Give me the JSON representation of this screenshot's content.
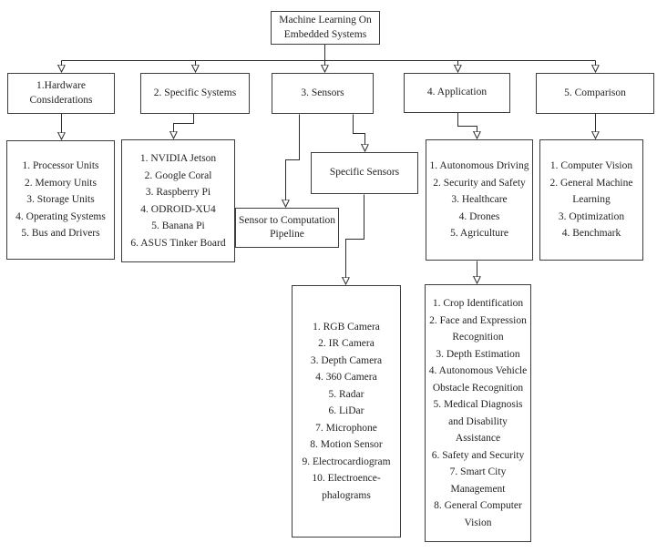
{
  "diagram_title": "Machine Learning On Embedded Systems",
  "colors": {
    "background": "#ffffff",
    "box_border": "#3d3d3d",
    "connector_line": "#2b2b2b",
    "text": "#1f1f1f"
  },
  "root": {
    "label": "Machine Learning On\nEmbedded Systems"
  },
  "branches": {
    "hardware": {
      "label": "1.Hardware\nConsiderations"
    },
    "systems": {
      "label": "2. Specific Systems"
    },
    "sensors": {
      "label": "3. Sensors"
    },
    "application": {
      "label": "4. Application"
    },
    "comparison": {
      "label": "5. Comparison"
    }
  },
  "sensor_nodes": {
    "specific_sensors": {
      "label": "Specific Sensors"
    },
    "pipeline": {
      "label": "Sensor to Computation\nPipeline"
    }
  },
  "lists": {
    "hardware": [
      "1. Processor Units",
      "2. Memory Units",
      "3. Storage Units",
      "4. Operating Systems",
      "5. Bus and Drivers"
    ],
    "systems": [
      "1. NVIDIA Jetson",
      "2. Google Coral",
      "3. Raspberry Pi",
      "4. ODROID-XU4",
      "5. Banana Pi",
      "6. ASUS Tinker Board"
    ],
    "sensors": [
      "1. RGB Camera",
      "2. IR Camera",
      "3. Depth Camera",
      "4. 360 Camera",
      "5. Radar",
      "6. LiDar",
      "7. Microphone",
      "8. Motion Sensor",
      "9. Electrocardiogram",
      "10. Electroence-\nphalograms"
    ],
    "application": [
      "1. Autonomous Driving",
      "2. Security and Safety",
      "3. Healthcare",
      "4. Drones",
      "5. Agriculture"
    ],
    "application_detail": [
      "1. Crop Identification",
      "2. Face and Expression\nRecognition",
      "3. Depth Estimation",
      "4. Autonomous Vehicle\nObstacle Recognition",
      "5. Medical Diagnosis\nand Disability\nAssistance",
      "6. Safety and Security",
      "7. Smart City\nManagement",
      "8. General Computer\nVision"
    ],
    "comparison": [
      "1. Computer Vision",
      "2. General Machine\nLearning",
      "3. Optimization",
      "4. Benchmark"
    ]
  }
}
